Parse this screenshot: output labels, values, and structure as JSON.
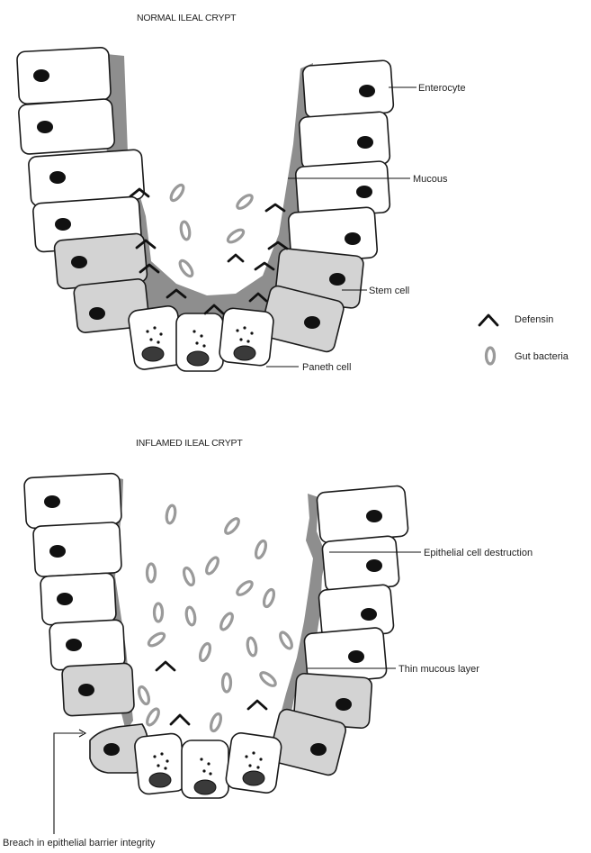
{
  "normal": {
    "title": "NORMAL ILEAL CRYPT",
    "labels": {
      "enterocyte": "Enterocyte",
      "mucous": "Mucous",
      "stem_cell": "Stem cell",
      "paneth_cell": "Paneth cell"
    }
  },
  "inflamed": {
    "title": "INFLAMED ILEAL CRYPT",
    "labels": {
      "destruction": "Epithelial cell destruction",
      "thin_mucous": "Thin mucous layer",
      "breach": "Breach in epithelial barrier integrity"
    }
  },
  "legend": {
    "defensin": "Defensin",
    "bacteria": "Gut bacteria"
  }
}
